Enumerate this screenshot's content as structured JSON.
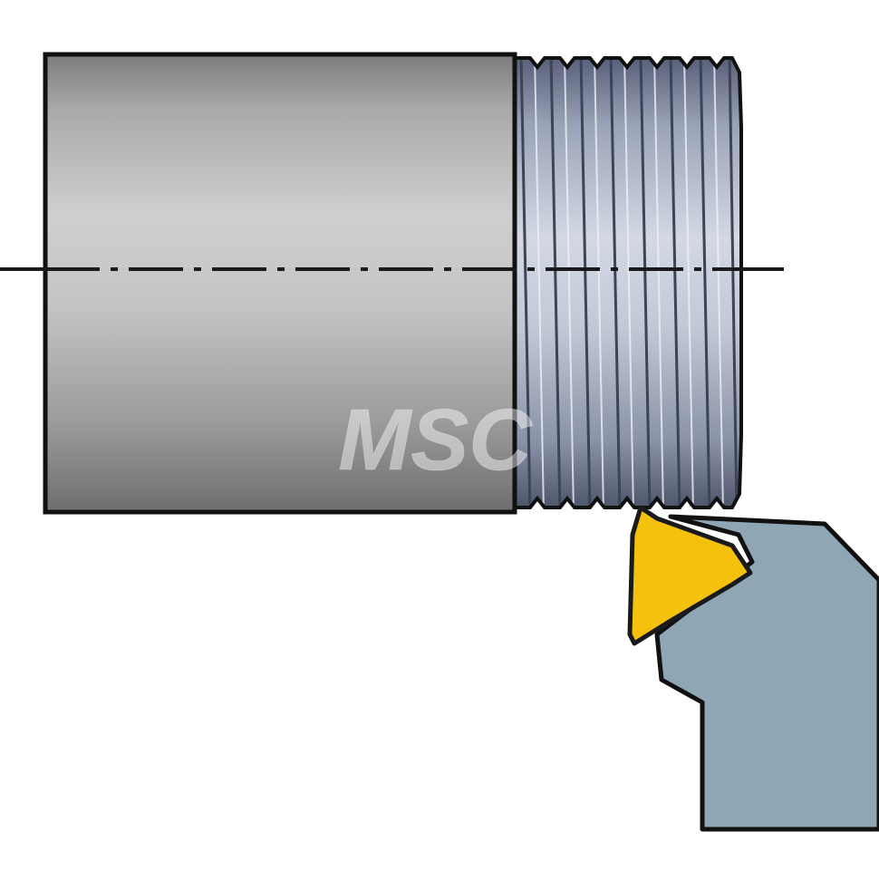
{
  "diagram": {
    "type": "external-threading-tool-illustration",
    "colors": {
      "background": "#ffffff",
      "outline": "#111111",
      "shank_light": "#c9c9c9",
      "shank_dark": "#7a7a7a",
      "thread_light": "#c6cddc",
      "thread_dark": "#4d556a",
      "insert": "#f4c20d",
      "insert_outline": "#1a1a1a",
      "holder": "#8fa6b5",
      "centerline": "#1a1a1a"
    },
    "parts": [
      "workpiece-shank",
      "threaded-section",
      "centerline",
      "threading-insert",
      "tool-holder"
    ]
  },
  "watermark": {
    "text": "MSC"
  }
}
